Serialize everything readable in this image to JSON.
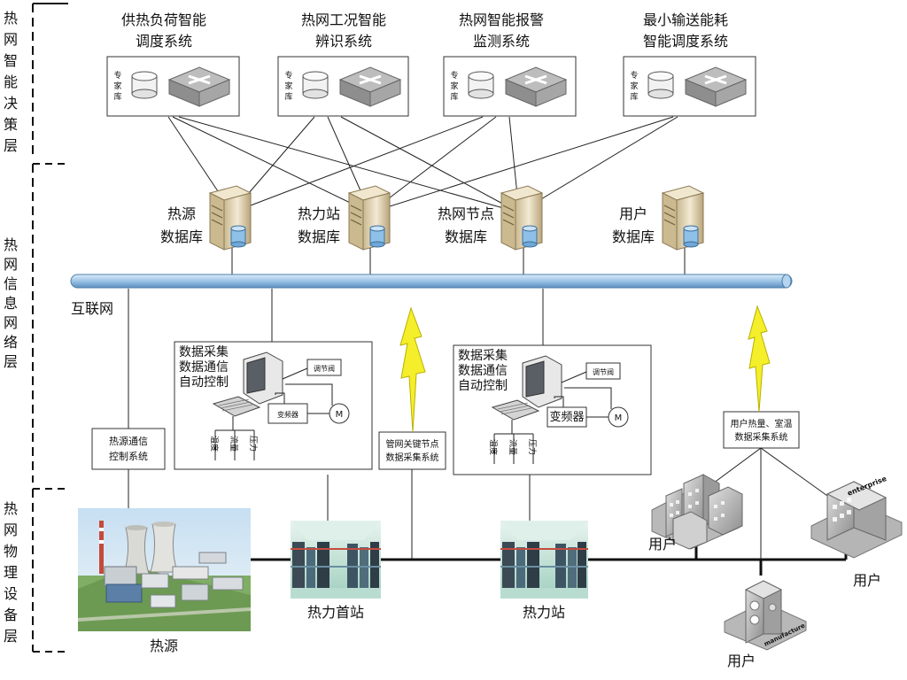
{
  "layers": {
    "decision": "热网智能决策层",
    "network": "热网信息网络层",
    "physical": "热网物理设备层"
  },
  "decision_systems": [
    {
      "title_1": "供热负荷智能",
      "title_2": "调度系统",
      "expert": "专家库"
    },
    {
      "title_1": "热网工况智能",
      "title_2": "辨识系统",
      "expert": "专家库"
    },
    {
      "title_1": "热网智能报警",
      "title_2": "监测系统",
      "expert": "专家库"
    },
    {
      "title_1": "最小输送能耗",
      "title_2": "智能调度系统",
      "expert": "专家库"
    }
  ],
  "databases": [
    {
      "line1": "热源",
      "line2": "数据库"
    },
    {
      "line1": "热力站",
      "line2": "数据库"
    },
    {
      "line1": "热网节点",
      "line2": "数据库"
    },
    {
      "line1": "用户",
      "line2": "数据库"
    }
  ],
  "internet_label": "互联网",
  "station_boxes": [
    {
      "lines": [
        "数据采集",
        "数据通信",
        "自动控制"
      ],
      "valve": "调节阀",
      "vfd": "变频器",
      "motor": "M",
      "sensors": [
        "温度",
        "流量",
        "压力"
      ]
    },
    {
      "lines": [
        "数据采集",
        "数据通信",
        "自动控制"
      ],
      "valve": "调节阀",
      "vfd": "变频器",
      "motor": "M",
      "sensors": [
        "温度",
        "流量",
        "压力"
      ]
    }
  ],
  "small_boxes": {
    "heat_source_comm_1": "热源通信",
    "heat_source_comm_2": "控制系统",
    "pipe_node_1": "管网关键节点",
    "pipe_node_2": "数据采集系统",
    "user_heat_1": "用户热量、室温",
    "user_heat_2": "数据采集系统"
  },
  "physical_labels": {
    "heat_source": "热源",
    "first_station": "热力首站",
    "station": "热力站",
    "user_a": "用户",
    "user_b": "用户",
    "user_c": "用户"
  },
  "building_text": {
    "enterprise": "enterprise",
    "manufacture": "manufacture"
  },
  "colors": {
    "pipe_blue": "#9cc3e6",
    "lightning_yellow": "#f4ef2a",
    "server_tan": "#e9dcc0",
    "db_blue": "#8fc0e8",
    "plant_green": "#7fae64"
  }
}
